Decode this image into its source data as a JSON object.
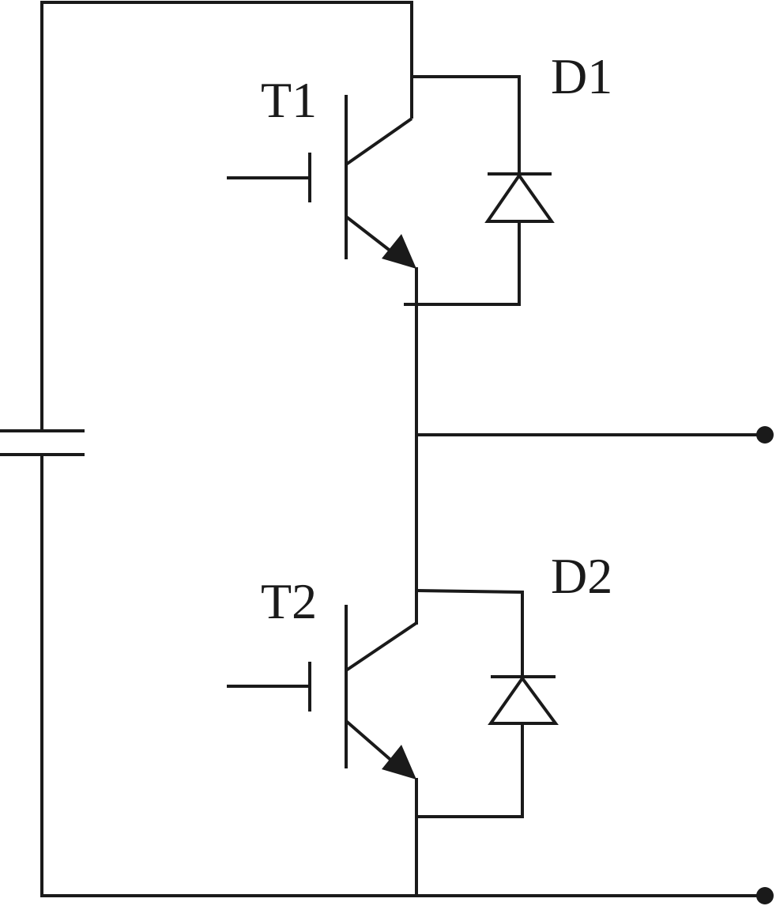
{
  "labels": {
    "t1": "T1",
    "t2": "T2",
    "d1": "D1",
    "d2": "D2"
  },
  "colors": {
    "line": "#1a1a1a",
    "background": "#ffffff"
  }
}
